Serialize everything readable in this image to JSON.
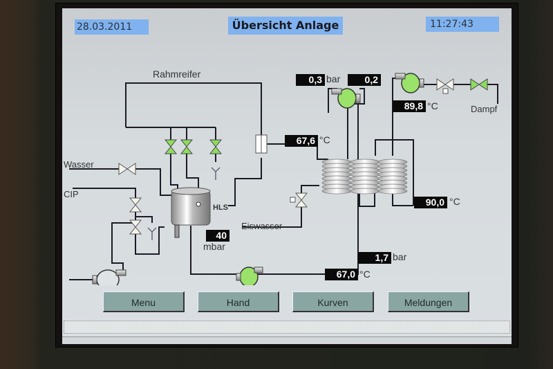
{
  "header": {
    "date": "28.03.2011",
    "title": "Übersicht Anlage",
    "time": "11:27:43"
  },
  "labels": {
    "rahmreifer": "Rahmreifer",
    "wasser": "Wasser",
    "cip": "CIP",
    "hls": "HLS",
    "eiswasser": "Eiswasser",
    "dampf": "Dampf"
  },
  "values": {
    "tank_pressure": {
      "value": "40",
      "unit": "mbar"
    },
    "pressure_1": {
      "value": "0,3",
      "unit": "bar"
    },
    "pressure_2": {
      "value": "0,2"
    },
    "temp_steam": {
      "value": "89,8",
      "unit": "°C"
    },
    "temp_inlet": {
      "value": "67,6",
      "unit": "°C"
    },
    "temp_outlet_hot": {
      "value": "90,0",
      "unit": "°C"
    },
    "pressure_feed": {
      "value": "1,7",
      "unit": "bar"
    },
    "temp_feed": {
      "value": "67,0",
      "unit": "°C"
    }
  },
  "buttons": {
    "menu": "Menu",
    "hand": "Hand",
    "kurven": "Kurven",
    "meldungen": "Meldungen"
  },
  "status_bar": {
    "text": ""
  },
  "colors": {
    "header_bg": "#7fb2ef",
    "pump_active": "#9be26a",
    "valve_open": "#8fdc5a",
    "valve_closed": "#f4f4ec",
    "button_bg": "#8aa6a3",
    "value_bg": "#0a0a0a"
  }
}
